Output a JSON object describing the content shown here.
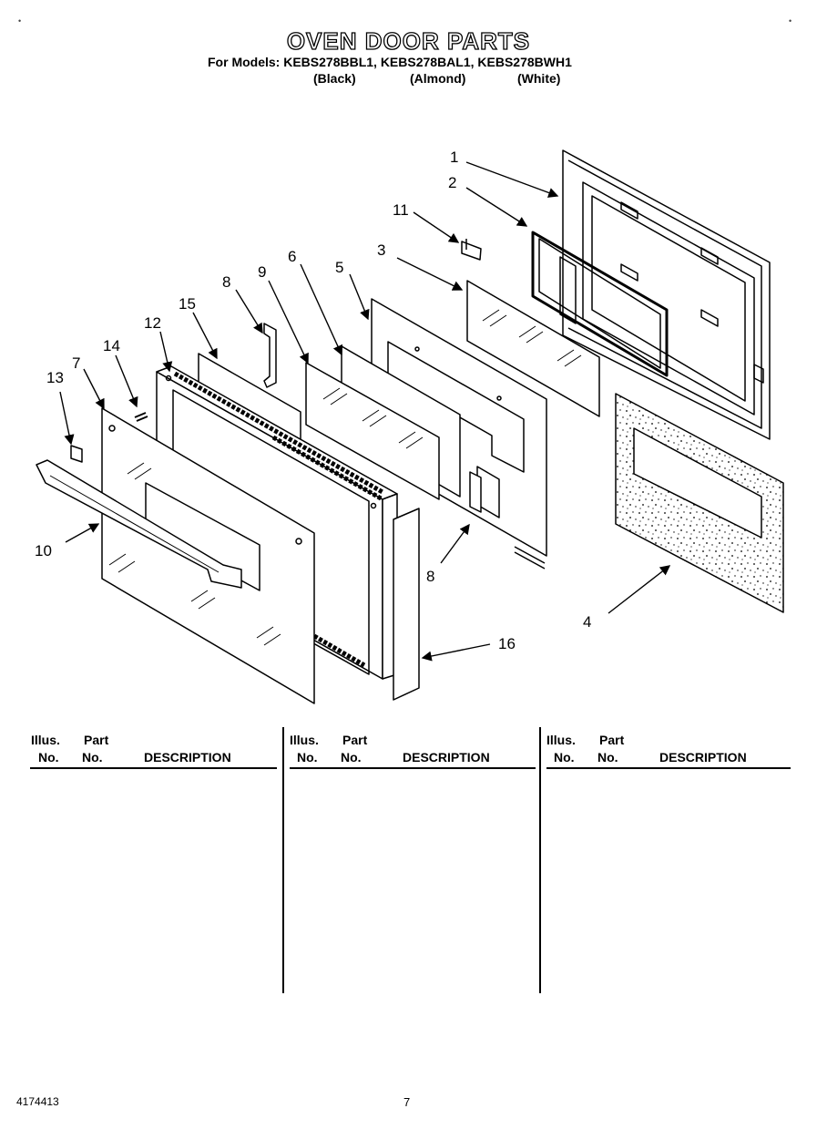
{
  "header": {
    "title": "OVEN DOOR PARTS",
    "models": "For Models: KEBS278BBL1, KEBS278BAL1, KEBS278BWH1",
    "colors": [
      "(Black)",
      "(Almond)",
      "(White)"
    ]
  },
  "callouts": [
    "1",
    "2",
    "3",
    "4",
    "5",
    "6",
    "7",
    "8",
    "9",
    "10",
    "11",
    "12",
    "13",
    "14",
    "15",
    "16"
  ],
  "table": {
    "columns": [
      {
        "illus_line1": "Illus.",
        "illus_line2": "No.",
        "part_line1": "Part",
        "part_line2": "No.",
        "description": "DESCRIPTION"
      },
      {
        "illus_line1": "Illus.",
        "illus_line2": "No.",
        "part_line1": "Part",
        "part_line2": "No.",
        "description": "DESCRIPTION"
      },
      {
        "illus_line1": "Illus.",
        "illus_line2": "No.",
        "part_line1": "Part",
        "part_line2": "No.",
        "description": "DESCRIPTION"
      }
    ]
  },
  "footer": {
    "doc_number": "4174413",
    "page_number": "7"
  }
}
